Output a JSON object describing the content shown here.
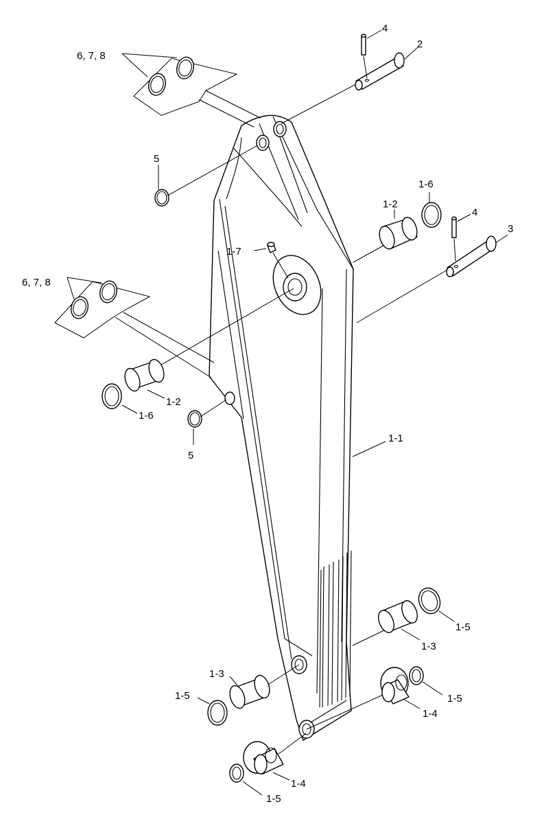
{
  "labels": {
    "arm": "1-1",
    "bushing_upper": "1-2",
    "bushing_upper_left": "1-2",
    "bushing_lower_right": "1-3",
    "bushing_lower_left": "1-3",
    "flange_bush_right": "1-4",
    "flange_bush_left": "1-4",
    "shim_right_top": "1-5",
    "shim_right_mid": "1-5",
    "shim_left_mid": "1-5",
    "shim_left_bottom": "1-5",
    "seal_upper_right": "1-6",
    "seal_upper_left": "1-6",
    "grease_fitting": "1-7",
    "pin_top": "2",
    "pin_mid": "3",
    "lock_pin_top": "4",
    "lock_pin_mid": "4",
    "snap_ring_top": "5",
    "snap_ring_mid": "5",
    "oring_group_top": "6, 7, 8",
    "oring_group_mid": "6, 7, 8"
  }
}
